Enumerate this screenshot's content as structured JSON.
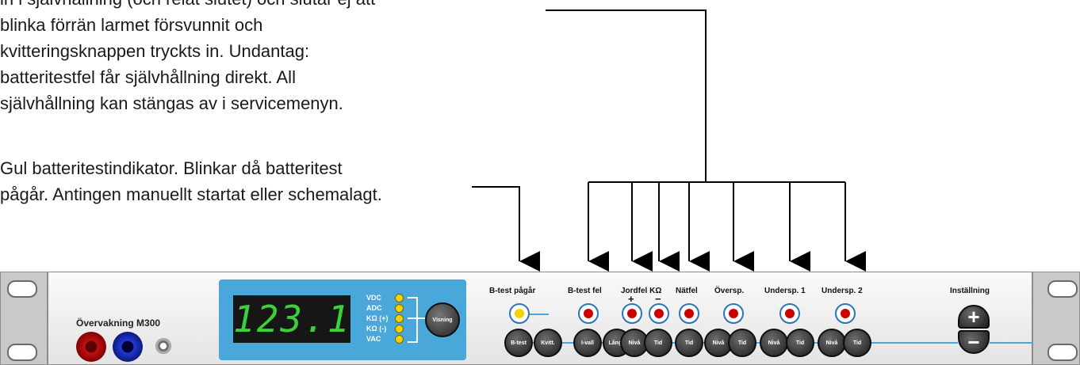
{
  "annotations": {
    "latch_text": "in i självhållning (och relät slutet) och slutar ej att\nblinka förrän larmet försvunnit och\nkvitteringsknappen tryckts in. Undantag:\nbatteritestfel får självhållning direkt. All\nsjälvhållning kan stängas av i servicemenyn.",
    "battery_text": "Gul batteritestindikator. Blinkar då batteritest\npågår. Antingen manuellt startat eller schemalagt."
  },
  "panel": {
    "model": "Övervakning M300",
    "display_value": "123.1",
    "display_labels": [
      "VDC",
      "ADC",
      "KΩ (+)",
      "KΩ (-)",
      "VAC"
    ],
    "visning_label": "Visning",
    "groups": [
      "B-test pågår",
      "B-test fel",
      "Jordfel KΩ",
      "Nätfel",
      "Översp.",
      "Undersp. 1",
      "Undersp. 2"
    ],
    "plus_sign": "+",
    "minus_sign": "−",
    "setting_label": "Inställning",
    "setting_plus": "+",
    "setting_minus": "−",
    "buttons": [
      "B-test",
      "Kvitt.",
      "I-vall",
      "Långd",
      "Nivå",
      "Tid",
      "Tid",
      "Nivå",
      "Tid",
      "Nivå",
      "Tid",
      "Nivå",
      "Tid"
    ]
  },
  "colors": {
    "display": "#4aa7d9",
    "led_yellow": "#f6d400",
    "led_red": "#d10000",
    "lcd_digits": "#39d23a"
  }
}
